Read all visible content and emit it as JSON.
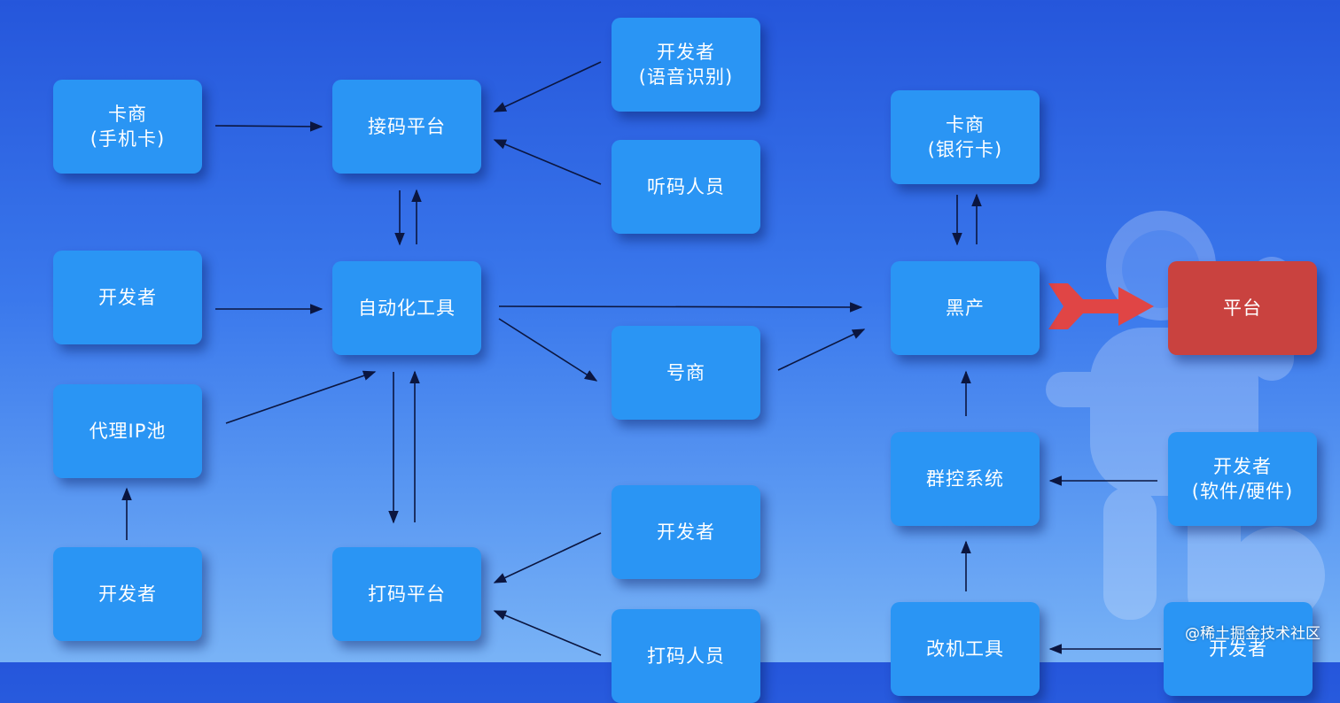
{
  "nodes": [
    {
      "id": "kashang-phone",
      "lines": [
        "卡商",
        "(手机卡)"
      ],
      "color": "#2a95f4"
    },
    {
      "id": "jiema-platform",
      "lines": [
        "接码平台"
      ],
      "color": "#2a95f4"
    },
    {
      "id": "dev-voice",
      "lines": [
        "开发者",
        "(语音识别)"
      ],
      "color": "#2a95f4"
    },
    {
      "id": "tingma-staff",
      "lines": [
        "听码人员"
      ],
      "color": "#2a95f4"
    },
    {
      "id": "dev-left",
      "lines": [
        "开发者"
      ],
      "color": "#2a95f4"
    },
    {
      "id": "auto-tool",
      "lines": [
        "自动化工具"
      ],
      "color": "#2a95f4"
    },
    {
      "id": "haoshang",
      "lines": [
        "号商"
      ],
      "color": "#2a95f4"
    },
    {
      "id": "proxy-ip",
      "lines": [
        "代理IP池"
      ],
      "color": "#2a95f4"
    },
    {
      "id": "dev-bottom-left",
      "lines": [
        "开发者"
      ],
      "color": "#2a95f4"
    },
    {
      "id": "dama-platform",
      "lines": [
        "打码平台"
      ],
      "color": "#2a95f4"
    },
    {
      "id": "dev-dama",
      "lines": [
        "开发者"
      ],
      "color": "#2a95f4"
    },
    {
      "id": "dama-staff",
      "lines": [
        "打码人员"
      ],
      "color": "#2a95f4"
    },
    {
      "id": "kashang-bank",
      "lines": [
        "卡商",
        "(银行卡)"
      ],
      "color": "#2a95f4"
    },
    {
      "id": "heichan",
      "lines": [
        "黑产"
      ],
      "color": "#2a95f4"
    },
    {
      "id": "platform",
      "lines": [
        "平台"
      ],
      "color": "#c9423f"
    },
    {
      "id": "qunkong",
      "lines": [
        "群控系统"
      ],
      "color": "#2a95f4"
    },
    {
      "id": "dev-soft-hard",
      "lines": [
        "开发者",
        "(软件/硬件)"
      ],
      "color": "#2a95f4"
    },
    {
      "id": "gaiji-tool",
      "lines": [
        "改机工具"
      ],
      "color": "#2a95f4"
    },
    {
      "id": "dev-bottom-right",
      "lines": [
        "开发者"
      ],
      "color": "#2a95f4"
    }
  ],
  "edges": [
    {
      "from": "kashang-phone",
      "to": "jiema-platform"
    },
    {
      "from": "dev-voice",
      "to": "jiema-platform"
    },
    {
      "from": "tingma-staff",
      "to": "jiema-platform"
    },
    {
      "from": "jiema-platform",
      "to": "auto-tool"
    },
    {
      "from": "auto-tool",
      "to": "jiema-platform"
    },
    {
      "from": "dev-left",
      "to": "auto-tool"
    },
    {
      "from": "proxy-ip",
      "to": "auto-tool"
    },
    {
      "from": "dev-bottom-left",
      "to": "proxy-ip"
    },
    {
      "from": "auto-tool",
      "to": "heichan"
    },
    {
      "from": "auto-tool",
      "to": "haoshang"
    },
    {
      "from": "haoshang",
      "to": "heichan"
    },
    {
      "from": "auto-tool",
      "to": "dama-platform"
    },
    {
      "from": "dama-platform",
      "to": "auto-tool"
    },
    {
      "from": "dev-dama",
      "to": "dama-platform"
    },
    {
      "from": "dama-staff",
      "to": "dama-platform"
    },
    {
      "from": "heichan",
      "to": "kashang-bank"
    },
    {
      "from": "kashang-bank",
      "to": "heichan"
    },
    {
      "from": "heichan",
      "to": "platform",
      "style": "attack"
    },
    {
      "from": "qunkong",
      "to": "heichan"
    },
    {
      "from": "dev-soft-hard",
      "to": "qunkong"
    },
    {
      "from": "gaiji-tool",
      "to": "qunkong"
    },
    {
      "from": "dev-bottom-right",
      "to": "gaiji-tool"
    }
  ],
  "watermark": "@稀土掘金技术社区",
  "colors": {
    "node": "#2a95f4",
    "highlight": "#c9423f",
    "attack_arrow": "#e04545",
    "edge": "#0b1640"
  }
}
